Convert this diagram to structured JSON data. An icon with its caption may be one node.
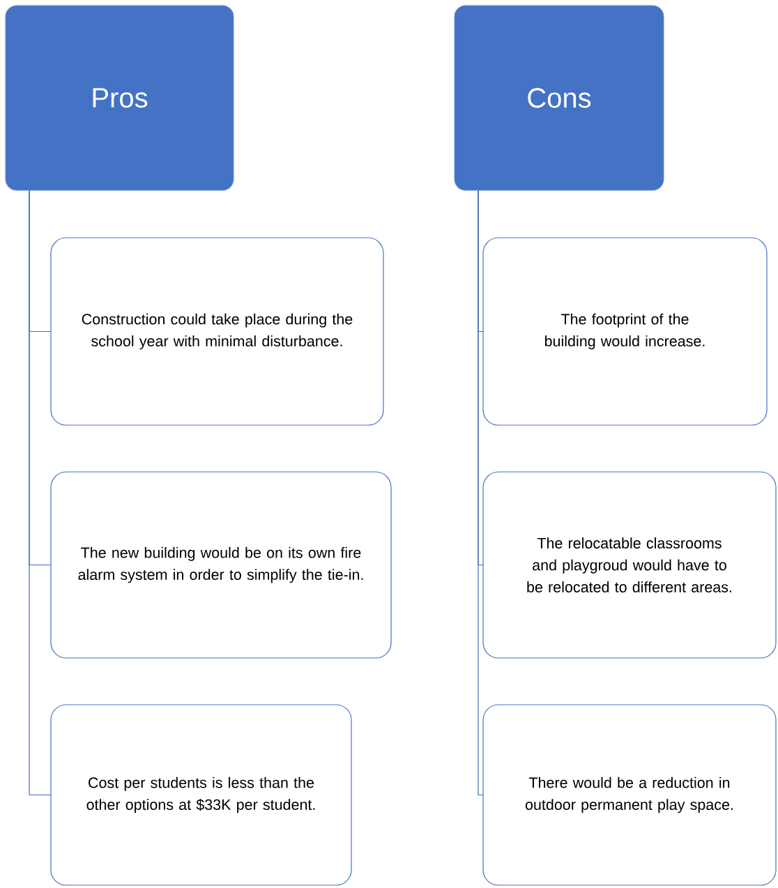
{
  "diagram": {
    "nodes": [
      {
        "text": [
          "Pros"
        ]
      },
      {
        "text": [
          "Construction could take place during the school year with minimal disturbance."
        ]
      },
      {
        "text": [
          "The new building would be on its own fire alarm system in order to simplify the tie-in."
        ]
      },
      {
        "text": [
          "Cost per students is less than the other options at $33K per student."
        ]
      },
      {
        "text": [
          "Cons"
        ]
      },
      {
        "text": [
          "The footprint of the building would increase."
        ]
      },
      {
        "text": [
          "The relocatable classrooms and playgroud would have to be relocated to different areas."
        ]
      },
      {
        "text": [
          "There would be a reduction in outdoor permanent play space."
        ]
      }
    ],
    "edges": [
      {
        "from": 0,
        "to": 1,
        "arrow": "none"
      },
      {
        "from": 0,
        "to": 2,
        "arrow": "none"
      },
      {
        "from": 0,
        "to": 3,
        "arrow": "none"
      },
      {
        "from": 4,
        "to": 5,
        "arrow": "none"
      },
      {
        "from": 4,
        "to": 6,
        "arrow": "none"
      },
      {
        "from": 4,
        "to": 7,
        "arrow": "none"
      }
    ]
  }
}
